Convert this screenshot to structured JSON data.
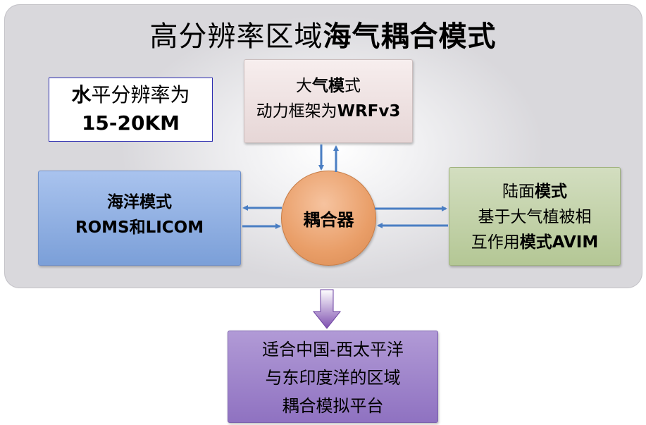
{
  "title": {
    "part1": "高分辨率区域",
    "part2": "海气耦合模式"
  },
  "resolution": {
    "line1_bold": "水",
    "line1_rest": "平分辨率为",
    "line2": "15-20KM"
  },
  "atmosphere": {
    "line1_a": "大",
    "line1_b": "气模",
    "line1_c": "式",
    "line2_a": "动力框架为",
    "line2_b": "WRFv3"
  },
  "ocean": {
    "line1": "海洋模式",
    "line2": "ROMS和LICOM"
  },
  "coupler": {
    "label": "耦合器"
  },
  "land": {
    "line1_a": "陆面",
    "line1_b": "模式",
    "line2": "基于大气植被相",
    "line3_a": "互作用",
    "line3_b": "模式AVIM"
  },
  "platform": {
    "line1": "适合中国-西太平洋",
    "line2": "与东印度洋的区域",
    "line3": "耦合模拟平台"
  },
  "colors": {
    "panel": "#dcdbe0",
    "atmosphere": "#f0e4e4",
    "ocean": "#95b3e6",
    "land": "#c4d3aa",
    "coupler": "#eaa36f",
    "platform": "#a286cc",
    "arrow_blue": "#4a7ec3",
    "arrow_purple": "#7e4fb0"
  }
}
